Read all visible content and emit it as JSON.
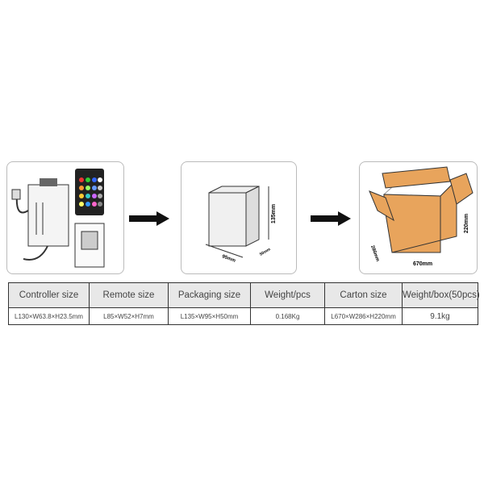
{
  "illustrations": {
    "packaging": {
      "height_label": "135mm",
      "width_label": "95mm",
      "depth_label": "50mm"
    },
    "carton": {
      "height_label": "220mm",
      "depth_label": "286mm",
      "width_label": "670mm"
    }
  },
  "table": {
    "headers": [
      "Controller size",
      "Remote size",
      "Packaging size",
      "Weight/pcs",
      "Carton size",
      "Weight/box(50pcs)"
    ],
    "values": [
      "L130×W63.8×H23.5mm",
      "L85×W52×H7mm",
      "L135×W95×H50mm",
      "0.168Kg",
      "L670×W286×H220mm",
      "9.1kg"
    ]
  },
  "colors": {
    "carton": "#e8a45c",
    "arrow": "#111111"
  }
}
